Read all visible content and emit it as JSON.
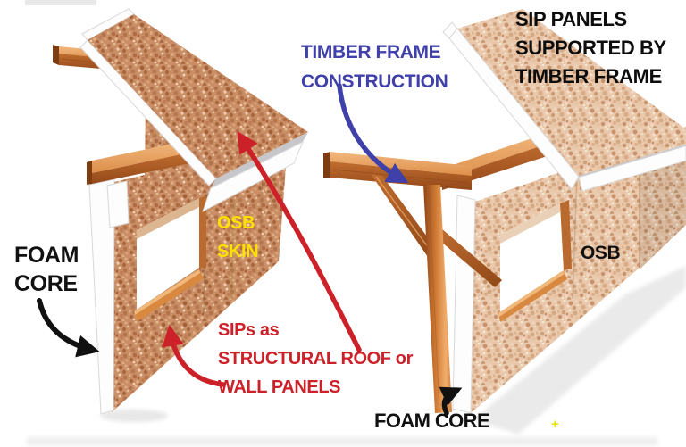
{
  "title": "SIP panels vs timber frame construction diagram",
  "labels": {
    "timber_frame": {
      "text": "TIMBER FRAME\nCONSTRUCTION",
      "color": "#4040aa"
    },
    "sip_panels": {
      "text": "SIP PANELS\nSUPPORTED BY\nTIMBER FRAME",
      "color": "#0d0d0d"
    },
    "osb_skin": {
      "text": "OSB\nSKIN",
      "color": "#ffe100"
    },
    "foam_core_left": {
      "text": "FOAM\nCORE",
      "color": "#111111"
    },
    "sips_red": {
      "text": "SIPs as\nSTRUCTURAL ROOF or\nWALL PANELS",
      "color": "#cc2128"
    },
    "osb_right": {
      "text": "OSB",
      "color": "#111111"
    },
    "foam_core_bottom": {
      "text": "FOAM CORE",
      "color": "#111111"
    },
    "plus_mark": {
      "text": "+",
      "color": "#e8e400"
    }
  },
  "arrows": [
    {
      "name": "blue-arrow-timber-frame",
      "color": "#4040aa",
      "points_to": "timber frame corner joint"
    },
    {
      "name": "red-arrow-roof-panel",
      "color": "#cc2128",
      "points_to": "SIP roof panel (left structure)"
    },
    {
      "name": "red-arrow-wall-panel",
      "color": "#cc2128",
      "points_to": "SIP wall panel (left structure)"
    },
    {
      "name": "black-arrow-foam-left",
      "color": "#111111",
      "points_to": "foam core edge of left wall panel"
    },
    {
      "name": "black-arrow-foam-right",
      "color": "#111111",
      "points_to": "foam core edge of right wall panel"
    }
  ],
  "palette": {
    "osb_speckle_left_base": "#c98e66",
    "osb_speckle_right_base": "#e9c8ab",
    "foam_white": "#fdfdfd",
    "timber_light": "#f2b87e",
    "timber_dark": "#94491a",
    "background": "#ffffff"
  }
}
